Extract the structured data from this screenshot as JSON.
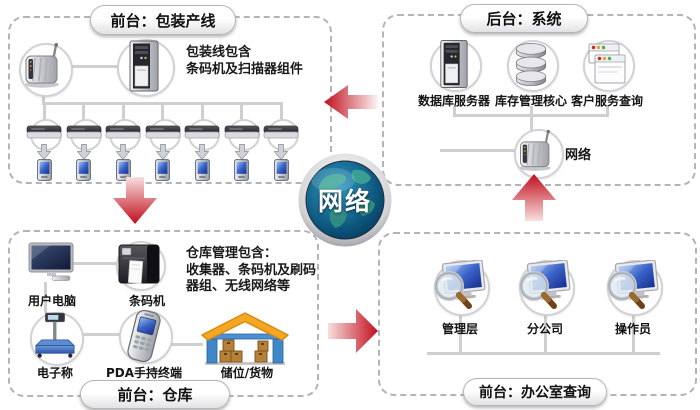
{
  "packaging": {
    "title": "前台：包装产线",
    "note": [
      "包装线包含",
      "条码机及扫描器组件"
    ],
    "stations": 7
  },
  "backend": {
    "title": "后台：系统",
    "items": [
      "数据库服务器",
      "库存管理核心",
      "客户服务查询"
    ],
    "router_label": "网络"
  },
  "hub": {
    "label": "网络"
  },
  "warehouse": {
    "title": "前台：仓库",
    "note": [
      "仓库管理包含：",
      "收集器、条码机及刷码",
      "器组、无线网络等"
    ],
    "items": [
      "用户电脑",
      "条码机",
      "电子称",
      "PDA手持终端",
      "储位/货物"
    ]
  },
  "office": {
    "title": "前台：办公室查询",
    "items": [
      "管理层",
      "分公司",
      "操作员"
    ]
  },
  "colors": {
    "arrow_red": "#c00e1c",
    "box_border": "#b4b4b8",
    "connector": "#cfcfcf",
    "roof_orange": "#f5a623",
    "wall_blue": "#3f87c8",
    "globe_teal": "#0d567e"
  }
}
